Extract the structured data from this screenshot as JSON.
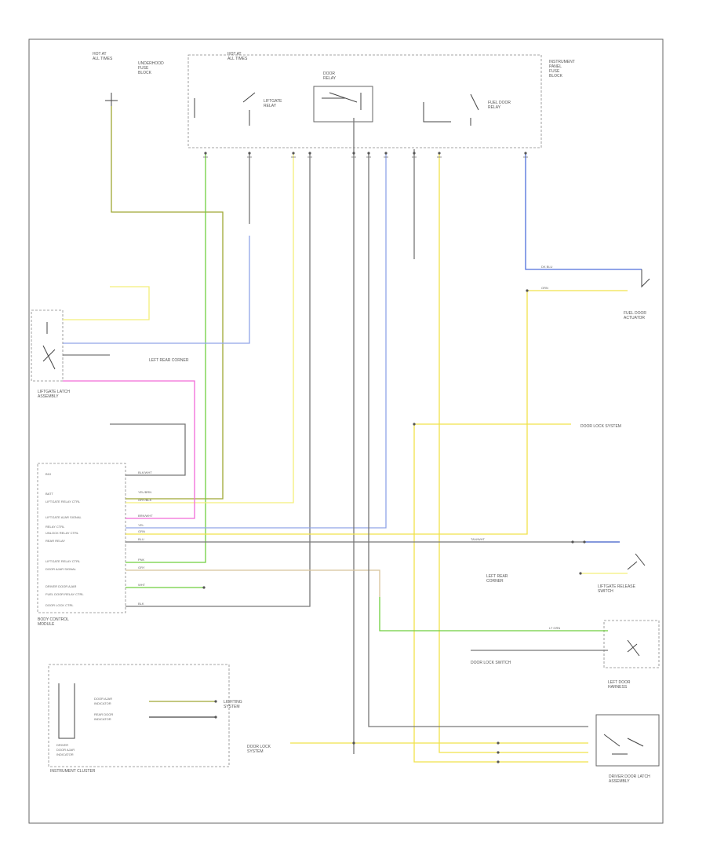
{
  "diagram": {
    "footer": "",
    "colors": {
      "frame": "#666666",
      "yellow": "#f0e24a",
      "yellow_alt": "#f4ef7a",
      "green": "#6fcf3f",
      "olive": "#9fa834",
      "blue": "#4f6fdc",
      "light_blue": "#90a4e8",
      "pink": "#f26ad8",
      "gray": "#777777",
      "dark_gray": "#444444",
      "tan": "#d8c49a"
    },
    "components": [
      {
        "id": "hot-at-all-times-left",
        "lines": [
          "HOT AT",
          "ALL TIMES"
        ]
      },
      {
        "id": "underhood-fuse-block",
        "lines": [
          "UNDERHOOD",
          "FUSE",
          "BLOCK"
        ]
      },
      {
        "id": "hot-at-all-times-center",
        "lines": [
          "HOT AT",
          "ALL TIMES"
        ]
      },
      {
        "id": "liftgate-relay",
        "lines": [
          "LIFTGATE",
          "RELAY"
        ]
      },
      {
        "id": "door-relay",
        "lines": [
          "DOOR",
          "RELAY"
        ]
      },
      {
        "id": "fuel-door-relay",
        "lines": [
          "FUEL DOOR",
          "RELAY"
        ]
      },
      {
        "id": "instrument-panel-block",
        "lines": [
          "INSTRUMENT",
          "PANEL",
          "FUSE",
          "BLOCK"
        ]
      },
      {
        "id": "liftgate-latch-assembly",
        "lines": [
          "LIFTGATE LATCH",
          "ASSEMBLY"
        ]
      },
      {
        "id": "left-rear-corner",
        "lines": [
          "LEFT REAR CORNER"
        ]
      },
      {
        "id": "body-control-module",
        "lines": [
          "BODY CONTROL",
          "MODULE"
        ]
      },
      {
        "id": "fuel-door-actuator",
        "lines": [
          "FUEL DOOR",
          "ACTUATOR"
        ]
      },
      {
        "id": "door-lock-system",
        "lines": [
          "DOOR LOCK SYSTEM"
        ]
      },
      {
        "id": "liftgate-release-switch",
        "lines": [
          "LIFTGATE RELEASE",
          "SWITCH"
        ]
      },
      {
        "id": "left-rear-corner-2",
        "lines": [
          "LEFT REAR",
          "CORNER"
        ]
      },
      {
        "id": "left-door-harness",
        "lines": [
          "LEFT DOOR",
          "HARNESS"
        ]
      },
      {
        "id": "door-lock-switch",
        "lines": [
          "DOOR LOCK SWITCH"
        ]
      },
      {
        "id": "driver-door-latch",
        "lines": [
          "DRIVER DOOR LATCH",
          "ASSEMBLY"
        ]
      },
      {
        "id": "instrument-cluster",
        "lines": [
          "INSTRUMENT CLUSTER"
        ]
      },
      {
        "id": "door-lock-system-2",
        "lines": [
          "DOOR LOCK",
          "SYSTEM"
        ]
      },
      {
        "id": "lighting-system",
        "lines": [
          "LIGHTING",
          "SYSTEM"
        ]
      }
    ],
    "bcm_pins": [
      "B10",
      "BATT",
      "LIFTGATE RELAY CTRL",
      "LIFTGATE AJAR SIGNAL",
      "RELAY CTRL",
      "UNLOCK RELAY CTRL",
      "REAR RELAY",
      "LIFTGATE RELAY CTRL",
      "DOOR AJAR SIGNAL",
      "DRIVER DOOR AJAR",
      "FUEL DOOR RELAY CTRL",
      "DOOR LOCK CTRL"
    ],
    "wire_labels": [
      "BLK/WHT",
      "YEL/BRN",
      "GRY/BLK",
      "BRN/WHT",
      "YEL",
      "GRN",
      "BLU",
      "PNK",
      "GRY",
      "WHT",
      "BLK",
      "TAN/WHT",
      "LT GRN",
      "DK BLU",
      "ORN"
    ],
    "cluster_lines": [
      "DOOR AJAR",
      "INDICATOR",
      "REAR DOOR",
      "INDICATOR"
    ],
    "cluster_device": [
      "DRIVER",
      "DOOR AJAR",
      "INDICATOR"
    ]
  }
}
